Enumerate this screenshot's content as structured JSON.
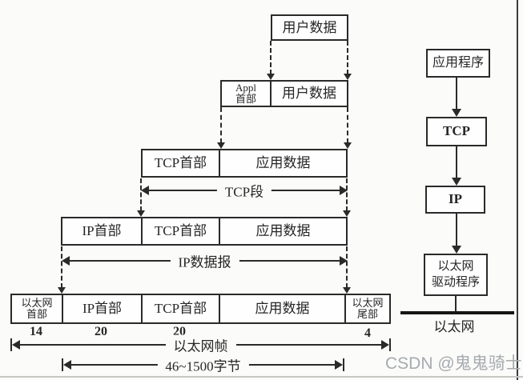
{
  "colors": {
    "background": "#fbfbf9",
    "ink": "#2a2a2a",
    "box_fill": "#fefefe",
    "watermark": "#a6abb0"
  },
  "encapsulation": {
    "rows": [
      {
        "name": "user-data",
        "cells": [
          {
            "label": "用户数据"
          }
        ]
      },
      {
        "name": "appl-message",
        "cells": [
          {
            "label": "Appl\n首部"
          },
          {
            "label": "用户数据"
          }
        ]
      },
      {
        "name": "tcp-segment",
        "cells": [
          {
            "label": "TCP首部"
          },
          {
            "label": "应用数据"
          }
        ]
      },
      {
        "name": "ip-datagram",
        "cells": [
          {
            "label": "IP首部"
          },
          {
            "label": "TCP首部"
          },
          {
            "label": "应用数据"
          }
        ]
      },
      {
        "name": "ethernet-frame",
        "cells": [
          {
            "label": "以太网\n首部"
          },
          {
            "label": "IP首部"
          },
          {
            "label": "TCP首部"
          },
          {
            "label": "应用数据"
          },
          {
            "label": "以太网\n尾部"
          }
        ]
      }
    ],
    "byte_counts": [
      {
        "value": "14"
      },
      {
        "value": "20"
      },
      {
        "value": "20"
      },
      {
        "value": "4"
      }
    ],
    "measures": [
      {
        "name": "tcp-segment-span",
        "label": "TCP段"
      },
      {
        "name": "ip-datagram-span",
        "label": "IP数据报"
      },
      {
        "name": "ethernet-frame-span",
        "label": "以太网帧"
      },
      {
        "name": "payload-size-span",
        "label": "46~1500字节"
      }
    ]
  },
  "protocol_stack": {
    "nodes": [
      {
        "label": "应用程序"
      },
      {
        "label": "TCP"
      },
      {
        "label": "IP"
      },
      {
        "label": "以太网\n驱动程序"
      }
    ],
    "bus_label": "以太网"
  },
  "watermark": {
    "text": "CSDN @鬼鬼骑士"
  }
}
